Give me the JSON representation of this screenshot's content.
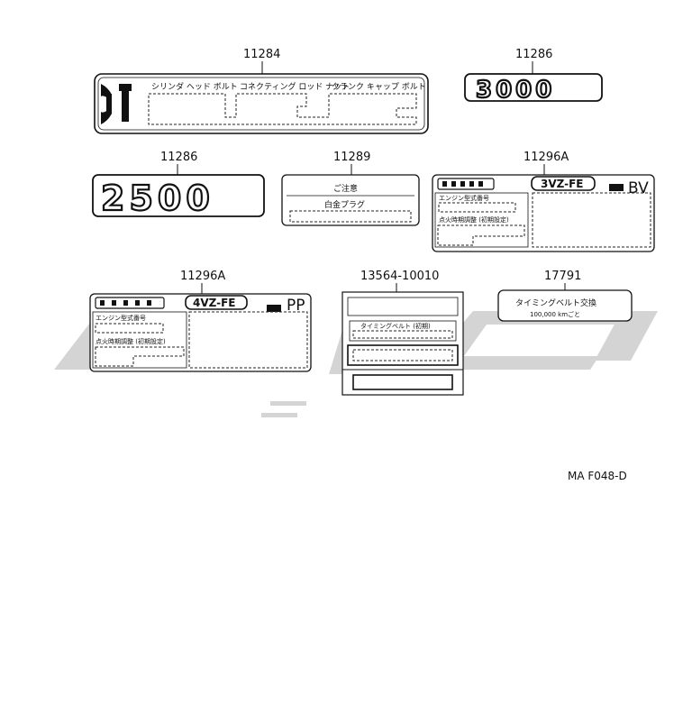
{
  "parts": [
    {
      "id": "p1",
      "part_no": "11284",
      "labels": [
        "シリンダ ヘッド ボルト",
        "コネクティング ロッド ナット",
        "クランク キャップ ボルト"
      ]
    },
    {
      "id": "p2",
      "part_no": "11286",
      "big_text": "3000"
    },
    {
      "id": "p3",
      "part_no": "11286",
      "big_text": "2500"
    },
    {
      "id": "p4",
      "part_no": "11289",
      "line1": "ご注意",
      "line2": "白金プラグ"
    },
    {
      "id": "p5",
      "part_no": "11296A",
      "model": "3VZ-FE",
      "code": "BV",
      "line1": "エンジン型式番号",
      "line2": "点火時期調整 (初期設定)"
    },
    {
      "id": "p6",
      "part_no": "11296A",
      "model": "4VZ-FE",
      "code": "PP",
      "line1": "エンジン型式番号",
      "line2": "点火時期調整 (初期設定)"
    },
    {
      "id": "p7",
      "part_no": "13564-10010",
      "line1": "タイミングベルト (初期)"
    },
    {
      "id": "p8",
      "part_no": "17791",
      "line1": "タイミングベルト交換",
      "line2": "100,000 kmごと"
    }
  ],
  "reference": "MA F048-D"
}
